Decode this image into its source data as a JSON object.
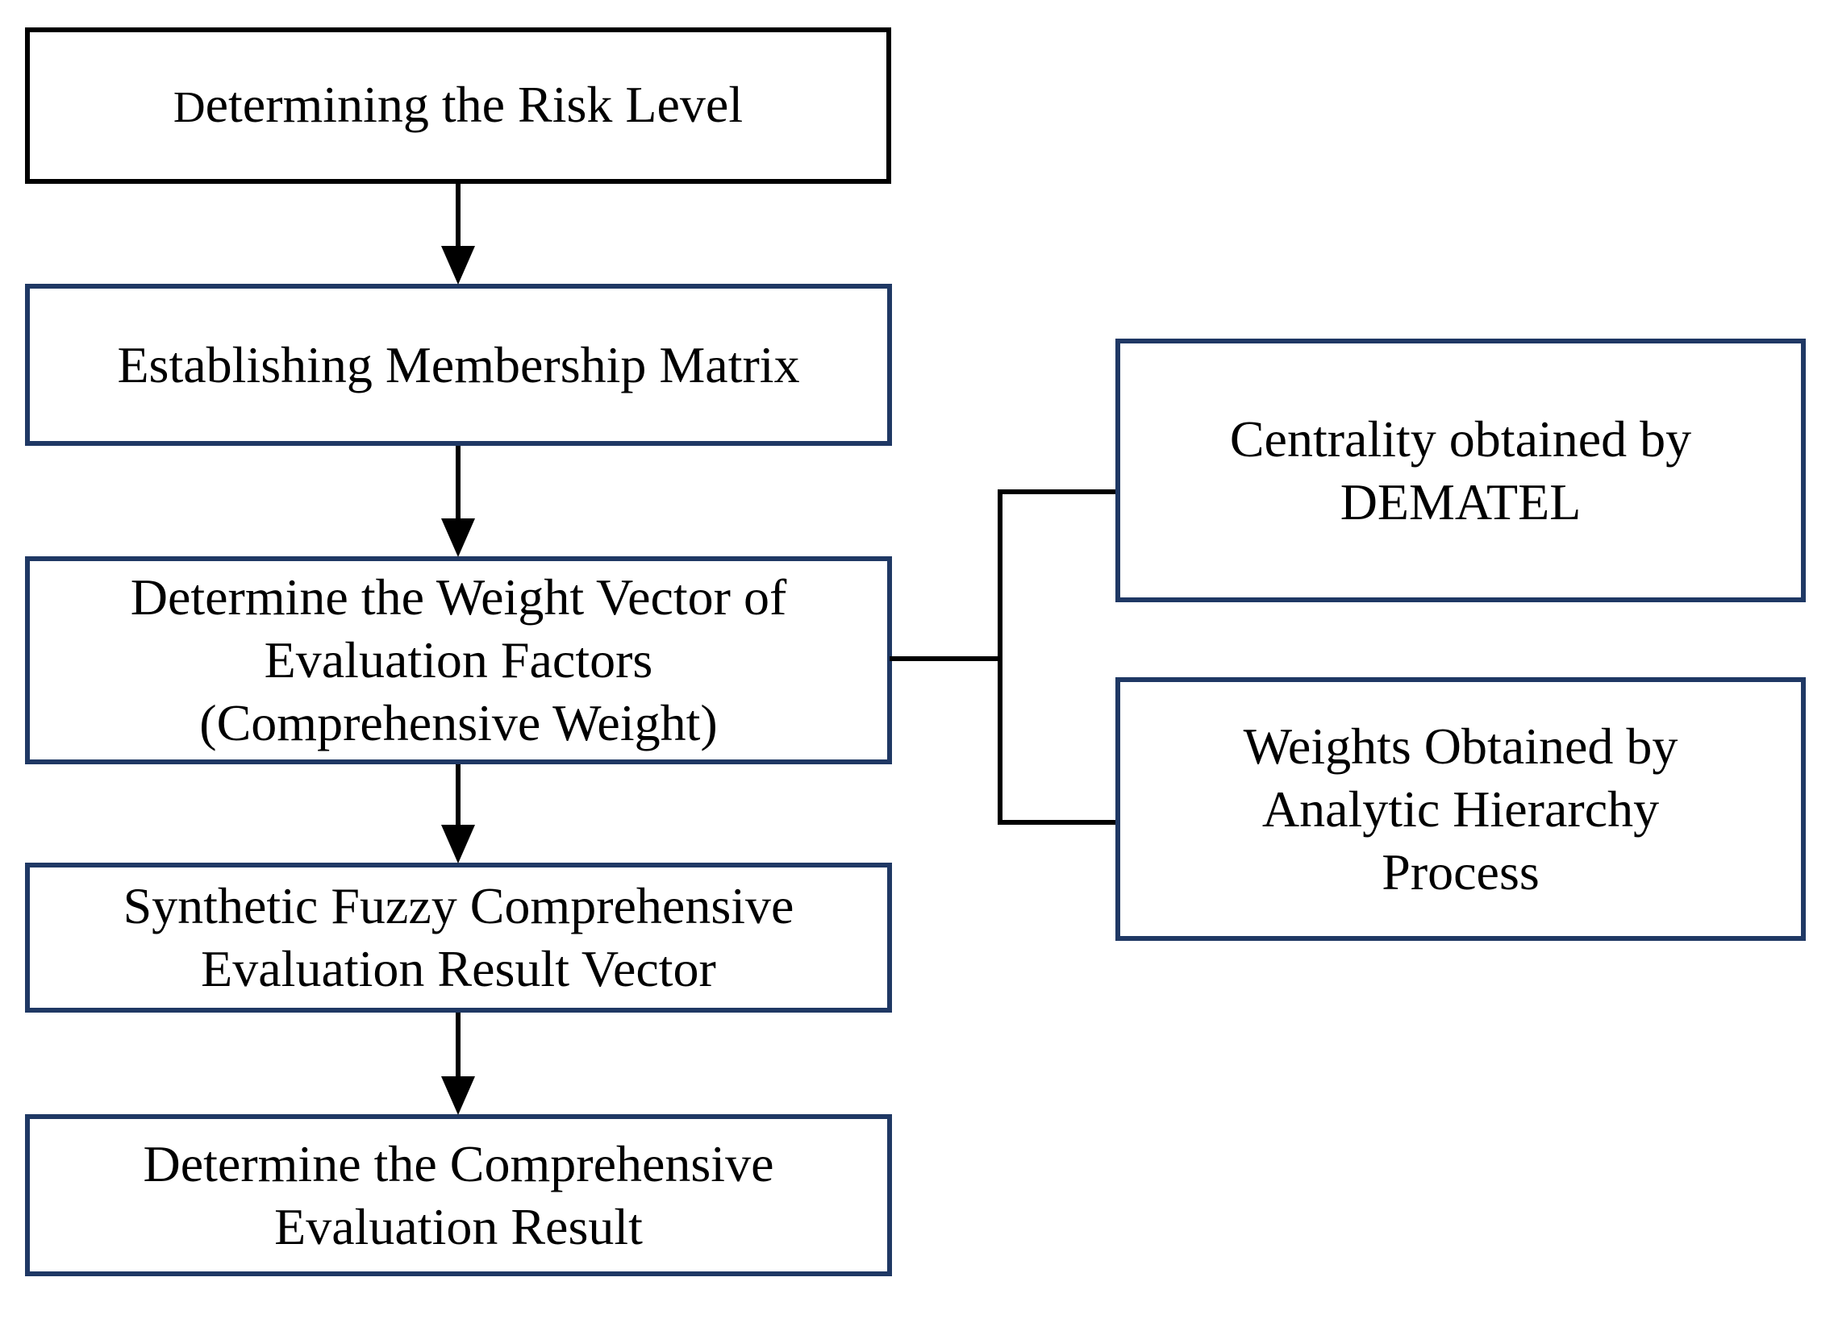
{
  "diagram": {
    "type": "flowchart",
    "colors": {
      "primary_box_border": "#000000",
      "accent_box_border": "#1f3864",
      "connector": "#000000",
      "text": "#000000",
      "background": "#ffffff"
    },
    "flow_boxes": [
      {
        "id": "risk-level",
        "lines": [
          "Determining the Risk Level"
        ]
      },
      {
        "id": "membership-matrix",
        "lines": [
          "Establishing Membership Matrix"
        ]
      },
      {
        "id": "weight-vector",
        "lines": [
          "Determine the Weight Vector of",
          "Evaluation Factors",
          "(Comprehensive Weight)"
        ]
      },
      {
        "id": "fuzzy-result-vector",
        "lines": [
          "Synthetic Fuzzy Comprehensive",
          "Evaluation Result Vector"
        ]
      },
      {
        "id": "evaluation-result",
        "lines": [
          "Determine the Comprehensive",
          "Evaluation Result"
        ]
      }
    ],
    "side_boxes": [
      {
        "id": "dematel",
        "lines": [
          "Centrality obtained by",
          "DEMATEL"
        ]
      },
      {
        "id": "ahp",
        "lines": [
          "Weights Obtained by",
          "Analytic Hierarchy",
          "Process"
        ]
      }
    ],
    "connections": [
      "risk-level -> membership-matrix",
      "membership-matrix -> weight-vector",
      "weight-vector -> fuzzy-result-vector",
      "fuzzy-result-vector -> evaluation-result",
      "weight-vector - dematel",
      "weight-vector - ahp"
    ]
  }
}
